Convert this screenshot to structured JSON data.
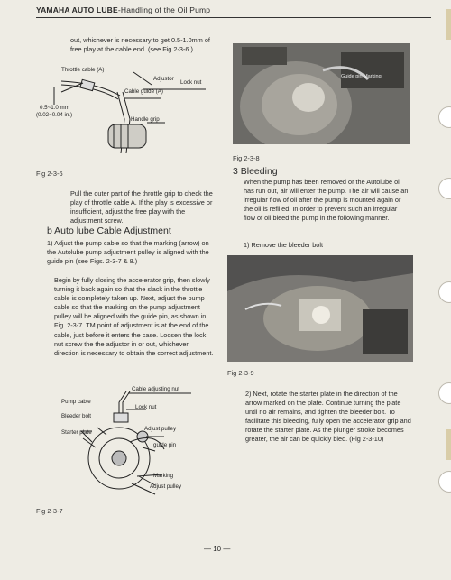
{
  "header": {
    "brand": "YAMAHA AUTO LUBE",
    "title": "-Handling of the Oil Pump"
  },
  "left_top": {
    "text": "out, whichever is necessary to get 0.5-1.0mm of free play at the cable end. (see Fig.2-3-6.)"
  },
  "fig236": {
    "caption": "Fig 2-3-6",
    "labels": {
      "throttle_cable": "Throttle cable (A)",
      "adjustor": "Adjustor",
      "lock_nut": "Lock nut",
      "cable_guide": "Cable guide (A)",
      "play1": "0.5~1.0 mm",
      "play2": "(0.02~0.04 in.)",
      "handle_grip": "Handle grip"
    }
  },
  "left_mid": {
    "pull_text": "Pull the outer part of the throttle grip to check the play of throttle cable A. If the play is excessive or insufficient, adjust the free play with the adjustment screw.",
    "heading_b": "b  Auto lube Cable Adjustment",
    "step1": "1) Adjust the pump cable so that the marking (arrow) on the Autolube pump adjustment pulley is aligned with the guide pin (see Figs. 2-3-7 & 8.)",
    "step1_cont": "Begin by fully closing the accelerator grip, then slowly turning it back again so that the slack in the throttle cable is completely taken up. Next, adjust the pump cable so that the marking on the pump adjustment pulley will be aligned with the guide pin, as shown in Fig. 2-3-7. TM point of adjustment is at the end of the cable, just before it enters the case. Loosen the lock nut screw the the adjustor in or out, whichever direction is necessary to obtain the correct adjustment."
  },
  "fig237": {
    "caption": "Fig 2-3-7",
    "labels": {
      "cable_adjusting_nut": "Cable adjusting nut",
      "pump_cable": "Pump cable",
      "lock_nut": "Lock nut",
      "bleeder_bolt": "Bleeder bolt",
      "adjust_pulley": "Adjust pulley",
      "starter_plate": "Starter plate",
      "guide_pin": "guide pin",
      "marking": "Marking",
      "adjust_pulley2": "Adjust pulley"
    }
  },
  "fig238": {
    "caption": "Fig 2-3-8",
    "photo_label": "Guide pin Marking"
  },
  "right": {
    "heading": "3 Bleeding",
    "bleed_text": "When the pump has been removed or the Autolube oil has run out, air will enter the pump. The air will cause an irregular flow of oil after the pump is mounted again or the oil is refilled. In order to prevent such an irregular flow of oil,bleed the pump in the following manner.",
    "step1": "1) Remove the bleeder bolt",
    "step2": "2) Next, rotate the starter plate in the direction of the arrow marked on the plate. Continue turning the plate until no air remains, and tighten the bleeder bolt. To facilitate this bleeding, fully open the accelerator grip and rotate the starter plate. As the plunger stroke becomes greater, the air can be quickly bled. (Fig 2-3-10)"
  },
  "fig239": {
    "caption": "Fig 2-3-9"
  },
  "page_number": "— 10 —"
}
